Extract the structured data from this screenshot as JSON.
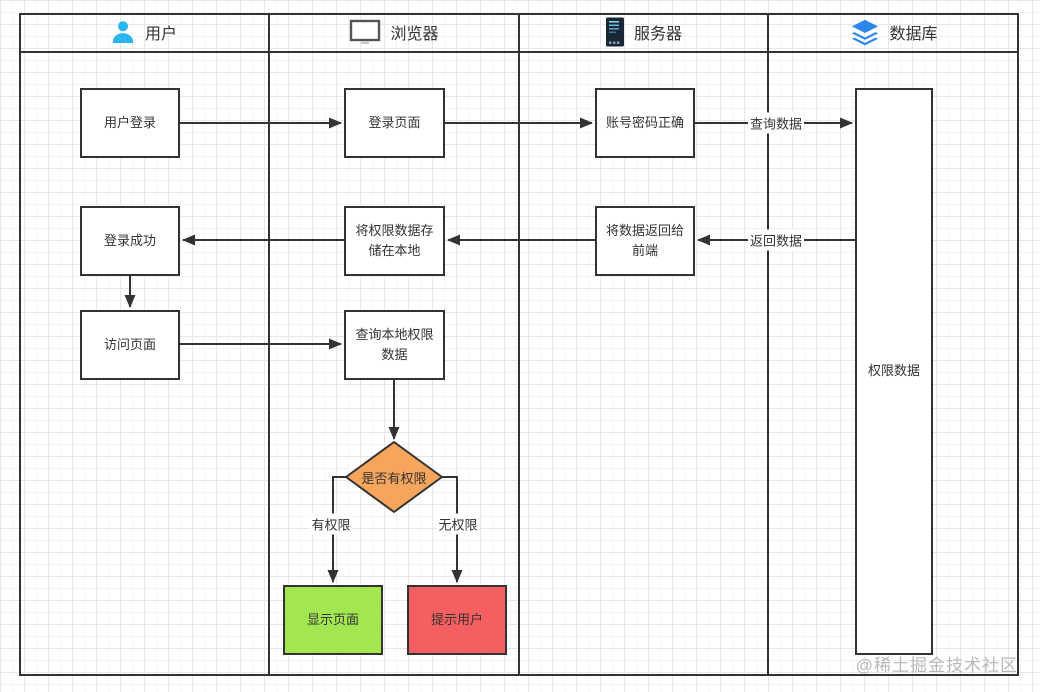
{
  "lanes": [
    {
      "label": "用户",
      "icon": "user-icon"
    },
    {
      "label": "浏览器",
      "icon": "monitor-icon"
    },
    {
      "label": "服务器",
      "icon": "server-icon"
    },
    {
      "label": "数据库",
      "icon": "database-icon"
    }
  ],
  "nodes": {
    "user_login": {
      "label": "用户登录"
    },
    "login_page": {
      "label": "登录页面"
    },
    "account_correct": {
      "label": "账号密码正确"
    },
    "permission_data": {
      "label": "权限数据"
    },
    "login_success": {
      "label": "登录成功"
    },
    "store_local": {
      "label": "将权限数据存储在本地"
    },
    "return_frontend": {
      "label": "将数据返回给前端"
    },
    "visit_page": {
      "label": "访问页面"
    },
    "query_local": {
      "label": "查询本地权限数据"
    },
    "decision": {
      "label": "是否有权限"
    },
    "show_page": {
      "label": "显示页面"
    },
    "prompt_user": {
      "label": "提示用户"
    }
  },
  "edge_labels": {
    "query_data": "查询数据",
    "return_data": "返回数据",
    "has_permission": "有权限",
    "no_permission": "无权限"
  },
  "watermark": "@稀土掘金技术社区",
  "colors": {
    "line": "#333333",
    "decision_fill": "#f5a55c",
    "success_fill": "#a2e751",
    "error_fill": "#f55f5f",
    "user_icon": "#29b6f2",
    "database_icon": "#2b87ea",
    "server_icon": "#182635"
  }
}
